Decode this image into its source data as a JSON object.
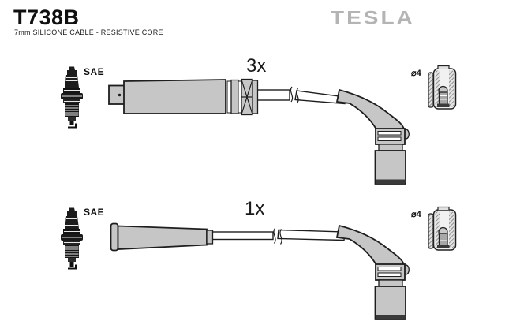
{
  "page": {
    "part_number": "T738B",
    "subtitle": "7mm SILICONE CABLE - RESISTIVE CORE",
    "brand_logo": "TESLA"
  },
  "rows": [
    {
      "quantity": "3x",
      "plug_standard": "SAE",
      "terminal_diameter": "⌀4"
    },
    {
      "quantity": "1x",
      "plug_standard": "SAE",
      "terminal_diameter": "⌀4"
    }
  ],
  "colors": {
    "boot_fill": "#c6c6c6",
    "outline": "#1e1e1e",
    "brand_gray": "#b4b4b4",
    "bg": "#ffffff"
  }
}
